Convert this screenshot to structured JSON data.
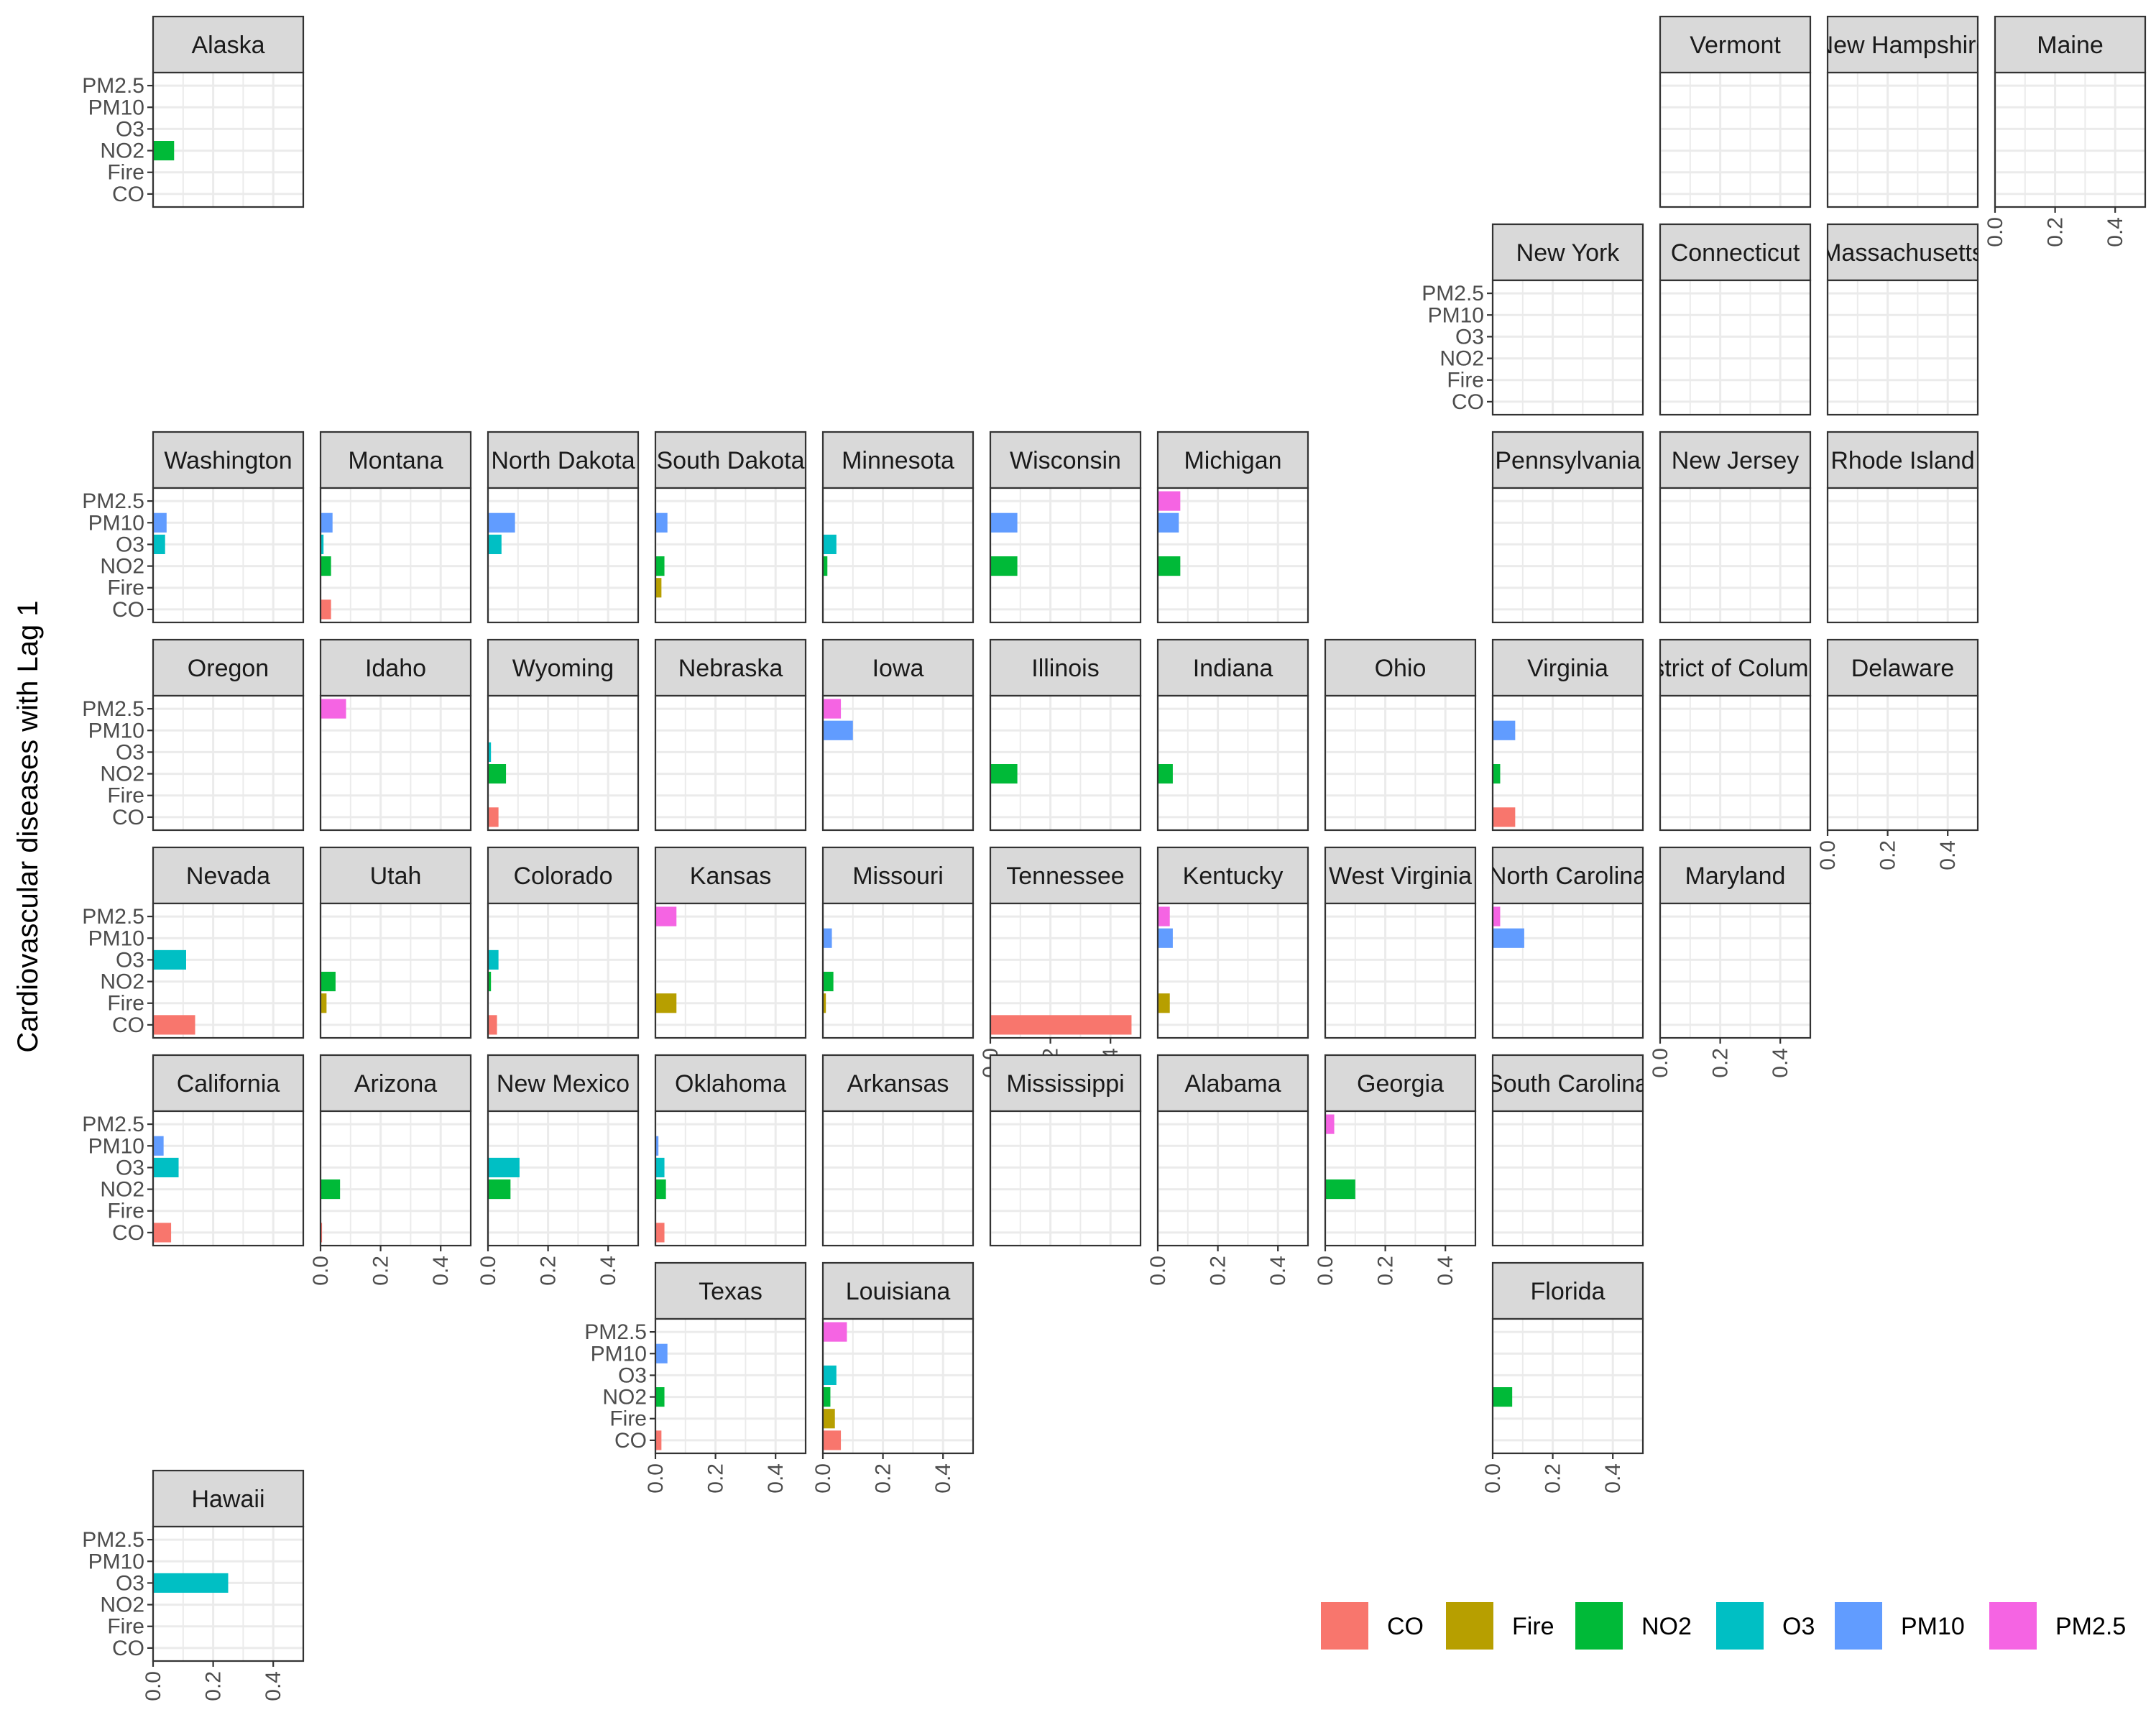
{
  "chart_data": {
    "type": "bar",
    "orientation": "horizontal",
    "layout": "geofacet-us-states",
    "ylabel": "Cardiovascular diseases with Lag 1",
    "categories": [
      "CO",
      "Fire",
      "NO2",
      "O3",
      "PM10",
      "PM2.5"
    ],
    "xlim": [
      0,
      0.5
    ],
    "xticks": [
      "0.0",
      "0.2",
      "0.4"
    ],
    "colors": {
      "CO": "#F8766D",
      "Fire": "#B79F00",
      "NO2": "#00BA38",
      "O3": "#00BFC4",
      "PM10": "#619CFF",
      "PM2.5": "#F564E3"
    },
    "legend": {
      "position": "bottom-right",
      "entries": [
        "CO",
        "Fire",
        "NO2",
        "O3",
        "PM10",
        "PM2.5"
      ]
    },
    "grid": true,
    "panels": [
      {
        "state": "Alaska",
        "row": 0,
        "col": 0,
        "values": {
          "NO2": 0.07
        }
      },
      {
        "state": "Vermont",
        "row": 0,
        "col": 9,
        "values": {}
      },
      {
        "state": "New Hampshire",
        "row": 0,
        "col": 10,
        "values": {}
      },
      {
        "state": "Maine",
        "row": 0,
        "col": 11,
        "values": {}
      },
      {
        "state": "New York",
        "row": 1,
        "col": 8,
        "values": {}
      },
      {
        "state": "Connecticut",
        "row": 1,
        "col": 9,
        "values": {}
      },
      {
        "state": "Massachusetts",
        "row": 1,
        "col": 10,
        "values": {}
      },
      {
        "state": "Washington",
        "row": 2,
        "col": 0,
        "values": {
          "O3": 0.04,
          "PM10": 0.045
        }
      },
      {
        "state": "Montana",
        "row": 2,
        "col": 1,
        "values": {
          "CO": 0.035,
          "NO2": 0.035,
          "O3": 0.01,
          "PM10": 0.04
        }
      },
      {
        "state": "North Dakota",
        "row": 2,
        "col": 2,
        "values": {
          "O3": 0.045,
          "PM10": 0.09
        }
      },
      {
        "state": "South Dakota",
        "row": 2,
        "col": 3,
        "values": {
          "Fire": 0.02,
          "NO2": 0.03,
          "PM10": 0.04
        }
      },
      {
        "state": "Minnesota",
        "row": 2,
        "col": 4,
        "values": {
          "NO2": 0.015,
          "O3": 0.045
        }
      },
      {
        "state": "Wisconsin",
        "row": 2,
        "col": 5,
        "values": {
          "NO2": 0.09,
          "PM10": 0.09
        }
      },
      {
        "state": "Michigan",
        "row": 2,
        "col": 6,
        "values": {
          "NO2": 0.075,
          "PM10": 0.07,
          "PM2.5": 0.075
        }
      },
      {
        "state": "Pennsylvania",
        "row": 2,
        "col": 8,
        "values": {}
      },
      {
        "state": "New Jersey",
        "row": 2,
        "col": 9,
        "values": {}
      },
      {
        "state": "Rhode Island",
        "row": 2,
        "col": 10,
        "values": {}
      },
      {
        "state": "Oregon",
        "row": 3,
        "col": 0,
        "values": {}
      },
      {
        "state": "Idaho",
        "row": 3,
        "col": 1,
        "values": {
          "PM2.5": 0.085
        }
      },
      {
        "state": "Wyoming",
        "row": 3,
        "col": 2,
        "values": {
          "CO": 0.035,
          "NO2": 0.06,
          "O3": 0.01
        }
      },
      {
        "state": "Nebraska",
        "row": 3,
        "col": 3,
        "values": {}
      },
      {
        "state": "Iowa",
        "row": 3,
        "col": 4,
        "values": {
          "PM10": 0.1,
          "PM2.5": 0.06
        }
      },
      {
        "state": "Illinois",
        "row": 3,
        "col": 5,
        "values": {
          "NO2": 0.09
        }
      },
      {
        "state": "Indiana",
        "row": 3,
        "col": 6,
        "values": {
          "NO2": 0.05
        }
      },
      {
        "state": "Ohio",
        "row": 3,
        "col": 7,
        "values": {}
      },
      {
        "state": "Virginia",
        "row": 3,
        "col": 8,
        "values": {
          "CO": 0.075,
          "NO2": 0.025,
          "PM10": 0.075
        }
      },
      {
        "state": "District of Columbia",
        "row": 3,
        "col": 9,
        "values": {}
      },
      {
        "state": "Delaware",
        "row": 3,
        "col": 10,
        "values": {}
      },
      {
        "state": "Nevada",
        "row": 4,
        "col": 0,
        "values": {
          "CO": 0.14,
          "O3": 0.11
        }
      },
      {
        "state": "Utah",
        "row": 4,
        "col": 1,
        "values": {
          "Fire": 0.02,
          "NO2": 0.05
        }
      },
      {
        "state": "Colorado",
        "row": 4,
        "col": 2,
        "values": {
          "CO": 0.03,
          "NO2": 0.01,
          "O3": 0.035
        }
      },
      {
        "state": "Kansas",
        "row": 4,
        "col": 3,
        "values": {
          "Fire": 0.07,
          "PM2.5": 0.07
        }
      },
      {
        "state": "Missouri",
        "row": 4,
        "col": 4,
        "values": {
          "Fire": 0.01,
          "NO2": 0.035,
          "PM10": 0.03
        }
      },
      {
        "state": "Tennessee",
        "row": 4,
        "col": 5,
        "values": {
          "CO": 0.47
        }
      },
      {
        "state": "Kentucky",
        "row": 4,
        "col": 6,
        "values": {
          "Fire": 0.04,
          "PM10": 0.05,
          "PM2.5": 0.04
        }
      },
      {
        "state": "West Virginia",
        "row": 4,
        "col": 7,
        "values": {}
      },
      {
        "state": "North Carolina",
        "row": 4,
        "col": 8,
        "values": {
          "PM10": 0.105,
          "PM2.5": 0.025
        }
      },
      {
        "state": "Maryland",
        "row": 4,
        "col": 9,
        "values": {}
      },
      {
        "state": "California",
        "row": 5,
        "col": 0,
        "values": {
          "CO": 0.06,
          "O3": 0.085,
          "PM10": 0.035
        }
      },
      {
        "state": "Arizona",
        "row": 5,
        "col": 1,
        "values": {
          "CO": 0.005,
          "NO2": 0.065
        }
      },
      {
        "state": "New Mexico",
        "row": 5,
        "col": 2,
        "values": {
          "NO2": 0.075,
          "O3": 0.105
        }
      },
      {
        "state": "Oklahoma",
        "row": 5,
        "col": 3,
        "values": {
          "CO": 0.03,
          "NO2": 0.035,
          "O3": 0.03,
          "PM10": 0.01
        }
      },
      {
        "state": "Arkansas",
        "row": 5,
        "col": 4,
        "values": {}
      },
      {
        "state": "Mississippi",
        "row": 5,
        "col": 5,
        "values": {}
      },
      {
        "state": "Alabama",
        "row": 5,
        "col": 6,
        "values": {}
      },
      {
        "state": "Georgia",
        "row": 5,
        "col": 7,
        "values": {
          "NO2": 0.1,
          "PM2.5": 0.03
        }
      },
      {
        "state": "South Carolina",
        "row": 5,
        "col": 8,
        "values": {}
      },
      {
        "state": "Texas",
        "row": 6,
        "col": 3,
        "values": {
          "CO": 0.02,
          "NO2": 0.03,
          "PM10": 0.04
        }
      },
      {
        "state": "Louisiana",
        "row": 6,
        "col": 4,
        "values": {
          "CO": 0.06,
          "Fire": 0.04,
          "NO2": 0.025,
          "O3": 0.045,
          "PM2.5": 0.08
        }
      },
      {
        "state": "Florida",
        "row": 6,
        "col": 8,
        "values": {
          "NO2": 0.065
        }
      },
      {
        "state": "Hawaii",
        "row": 7,
        "col": 0,
        "values": {
          "O3": 0.25
        }
      }
    ],
    "y_tick_panels": [
      "Alaska",
      "New York",
      "Washington",
      "Oregon",
      "Nevada",
      "California",
      "Texas",
      "Hawaii"
    ],
    "x_tick_panels": [
      "Maine",
      "Delaware",
      "Maryland",
      "Arizona",
      "New Mexico",
      "Tennessee",
      "Alabama",
      "Georgia",
      "Texas",
      "Louisiana",
      "Florida",
      "Hawaii"
    ]
  }
}
